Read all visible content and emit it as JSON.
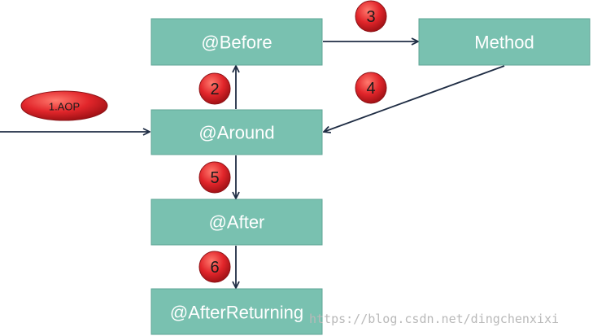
{
  "boxes": {
    "before": "@Before",
    "method": "Method",
    "around": "@Around",
    "after": "@After",
    "after_returning": "@AfterReturning"
  },
  "entry_label": "1.AOP",
  "steps": {
    "s2": "2",
    "s3": "3",
    "s4": "4",
    "s5": "5",
    "s6": "6"
  },
  "watermark": "https://blog.csdn.net/dingchenxixi",
  "colors": {
    "box_fill": "#79c1b0",
    "box_border": "#5fa596",
    "badge_red": "#e2262b",
    "arrow": "#1f2d44",
    "box_text": "#ffffff"
  }
}
